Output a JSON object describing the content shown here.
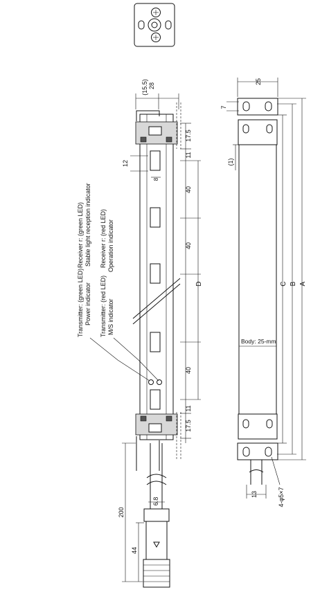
{
  "labels": {
    "transmitter_green": "Transmitter: (green LED)",
    "power_indicator": "Power indicator",
    "transmitter_red": "Transmitter: (red LED)",
    "ms_indicator": "M/S indicator",
    "receiver_green": "Receiver r: (green LED)",
    "stable_light": "Stable light reception indicator",
    "receiver_red": "Receiver r: (red LED)",
    "operation_indicator": "Operation indicator",
    "body_note": "Body: 25-mm"
  },
  "dimensions": {
    "d28": "28",
    "d15_5": "(15.5)",
    "d17_5_top": "17.5",
    "d11_top": "11",
    "d12": "12",
    "d8": "8",
    "d40_a": "40",
    "d40_b": "40",
    "dD": "D",
    "d40_c": "40",
    "d11_bot": "11",
    "d17_5_bot": "17.5",
    "d200": "200",
    "d6_8": "6.8",
    "d44": "44",
    "d25": "25",
    "d7": "7",
    "d1": "(1)",
    "dC": "C",
    "dB": "B",
    "dA": "A",
    "d13": "13",
    "d4phi": "4-φ5×7"
  }
}
